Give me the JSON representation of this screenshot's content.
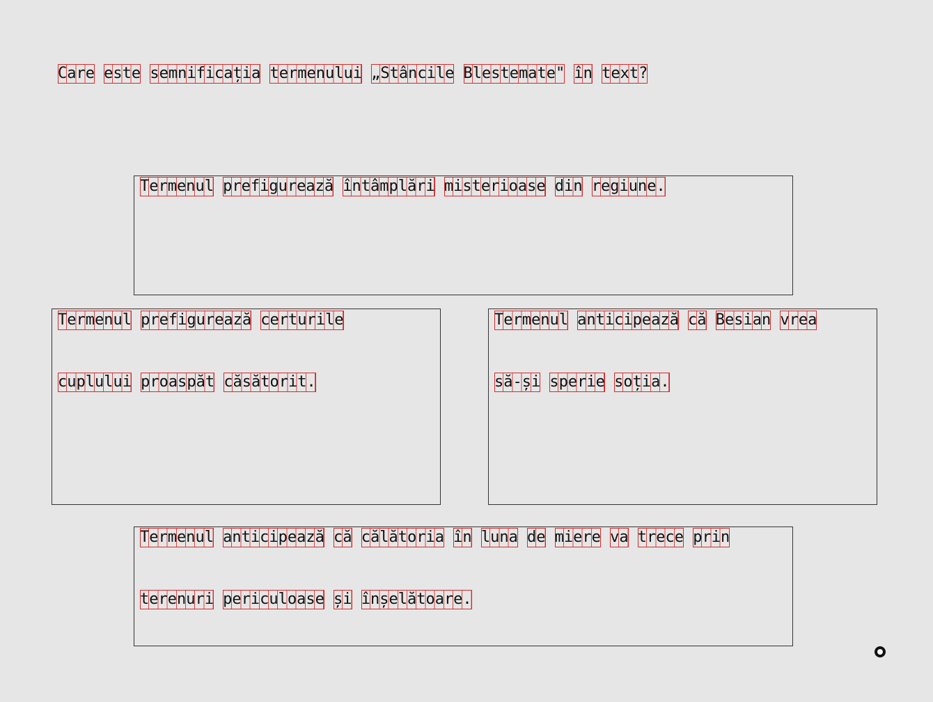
{
  "question": {
    "text": "Care este semnificația termenului „Stâncile Blestemate\" în text?"
  },
  "options": [
    {
      "lines": [
        "Termenul prefigurează întâmplări misterioase din regiune."
      ]
    },
    {
      "lines": [
        "Termenul prefigurează certurile",
        "cuplului proaspăt căsătorit."
      ]
    },
    {
      "lines": [
        "Termenul anticipează că Besian vrea",
        "să-și sperie soția."
      ]
    },
    {
      "lines": [
        "Termenul anticipează că călătoria în luna de miere va trece prin",
        "terenuri periculoase și înșelătoare."
      ]
    }
  ],
  "cursor": {
    "icon": "cursor-circle-icon"
  }
}
